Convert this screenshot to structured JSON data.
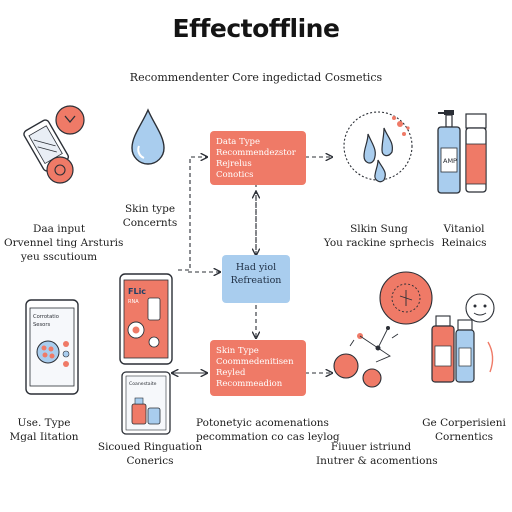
{
  "header": {
    "title": "Effectoffline",
    "subtitle": "Recommendenter Core ingedictad Cosmetics"
  },
  "boxes": {
    "data_type": [
      "Data Type",
      "Recommendezstor Rejrelus",
      "Conotics"
    ],
    "center": [
      "Had yiol",
      "Refreation"
    ],
    "skin_type": [
      "Skin Type",
      "Coommedenitisen Reyled",
      "Recommeadion"
    ]
  },
  "labels": {
    "left_top": [
      "Daa input",
      "Orvennel ting  Arsturis",
      "yeu sscutioum"
    ],
    "drop": [
      "Skin type",
      "Concernts"
    ],
    "left_bottom": [
      "Use. Type",
      "Mgal Iitation"
    ],
    "bottom_center": [
      "Sicoued Ringuation",
      "Conerics"
    ],
    "bottom_mid": [
      "Potonetyic acomenations",
      "pecommation co cas leylog"
    ],
    "right_mid": [
      "Slkin Sung",
      "You rackine sprhecis"
    ],
    "right_far": [
      "Vitaniol",
      "Reinaics"
    ],
    "bottom_right_mid": [
      "Fiuuer istriund",
      "Inutrer & acomentions"
    ],
    "bottom_right": [
      "Ge Corperisieni",
      "Cornentics"
    ]
  },
  "illustrations": {
    "phone_heading": "Corrotatio",
    "phone_sub": "Sesors",
    "tablet_heading": "FLic",
    "tablet_sub": "RNA",
    "tablet2_text": "Coanestaite",
    "bottle_label": "AMP"
  },
  "colors": {
    "coral": "#ef7a67",
    "blue": "#a9cdee",
    "outline": "#2b2f36"
  }
}
